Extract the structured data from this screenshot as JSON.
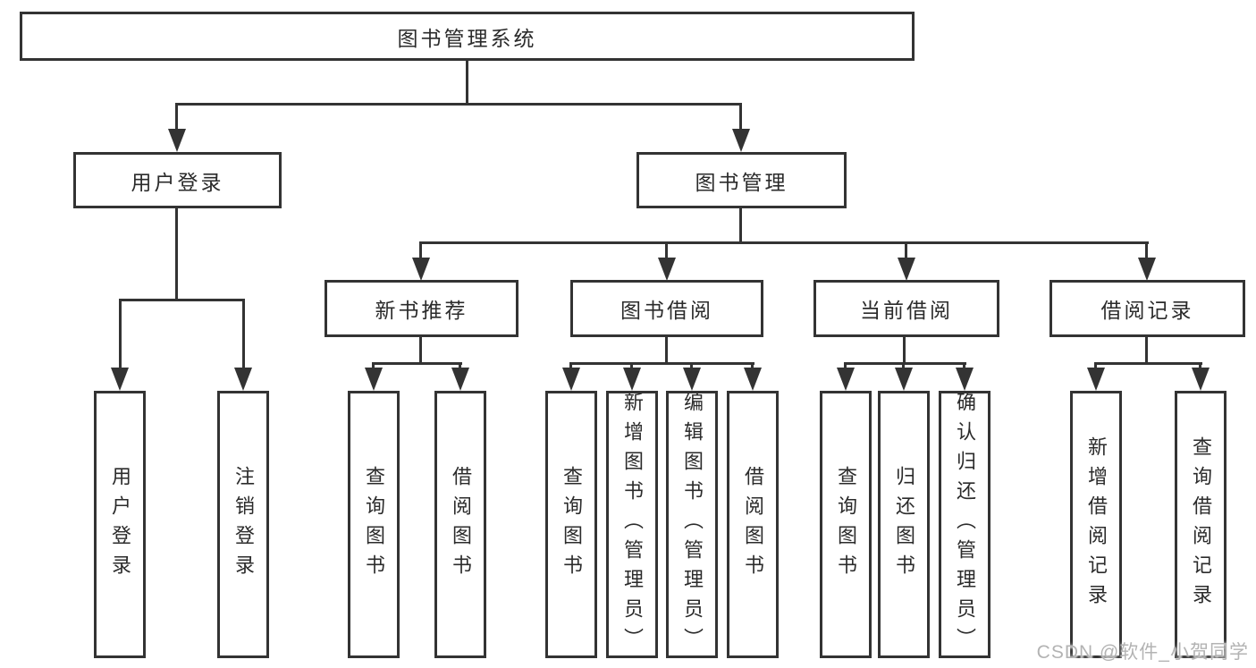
{
  "diagram": {
    "title_node": {
      "label": "图书管理系统"
    },
    "level1": [
      {
        "label": "用户登录"
      },
      {
        "label": "图书管理"
      }
    ],
    "level2": [
      {
        "label": "新书推荐"
      },
      {
        "label": "图书借阅"
      },
      {
        "label": "当前借阅"
      },
      {
        "label": "借阅记录"
      }
    ],
    "leaves": {
      "user_login": [
        {
          "label": "用户登录"
        },
        {
          "label": "注销登录"
        }
      ],
      "new_book_recommend": [
        {
          "label": "查询图书"
        },
        {
          "label": "借阅图书"
        }
      ],
      "book_borrow": [
        {
          "label": "查询图书"
        },
        {
          "label": "新增图书（管理员）"
        },
        {
          "label": "编辑图书（管理员）"
        },
        {
          "label": "借阅图书"
        }
      ],
      "current_borrow": [
        {
          "label": "查询图书"
        },
        {
          "label": "归还图书"
        },
        {
          "label": "确认归还（管理员）"
        }
      ],
      "borrow_record": [
        {
          "label": "新增借阅记录"
        },
        {
          "label": "查询借阅记录"
        }
      ]
    }
  },
  "watermark": {
    "text": "CSDN @软件_小贺同学"
  },
  "colors": {
    "line": "#333333",
    "text": "#2b2b2b",
    "watermark": "#b3b3b3",
    "background": "#ffffff"
  }
}
